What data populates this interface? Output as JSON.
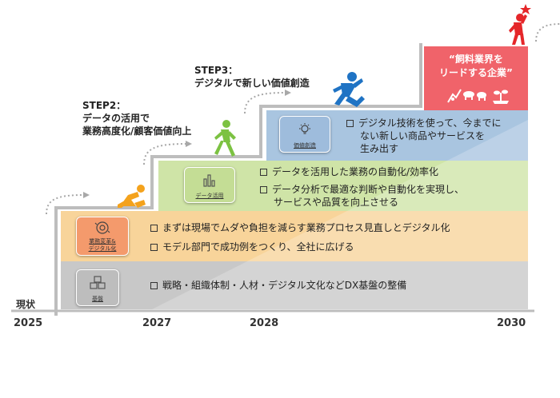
{
  "current_label": "現状",
  "years": [
    "2025",
    "2027",
    "2028",
    "2030"
  ],
  "steps": [
    {
      "title": "STEP2：",
      "subtitle_lines": [
        "データの活用で",
        "業務高度化/顧客価値向上"
      ]
    },
    {
      "title": "STEP3：",
      "subtitle_lines": [
        "デジタルで新しい価値創造"
      ]
    }
  ],
  "goal": {
    "lines": [
      "“飼料業界を",
      "リードする企業”"
    ]
  },
  "layers": {
    "base": {
      "badge_label": "基盤",
      "items": [
        "戦略・組織体制・人材・デジタル文化などDX基盤の整備"
      ]
    },
    "reform": {
      "badge_label_lines": [
        "業務変革&",
        "デジタル化"
      ],
      "items": [
        "まずは現場でムダや負担を減らす業務プロセス見直しとデジタル化",
        "モデル部門で成功例をつくり、全社に広げる"
      ]
    },
    "data": {
      "badge_label": "データ活用",
      "items": [
        {
          "lines": [
            "データを活用した業務の自動化/効率化"
          ]
        },
        {
          "lines": [
            "データ分析で最適な判断や自動化を実現し、",
            "サービスや品質を向上させる"
          ]
        }
      ]
    },
    "value": {
      "badge_label": "価値創造",
      "items": [
        {
          "lines": [
            "デジタル技術を使って、今までに",
            "ない新しい商品やサービスを",
            "生み出す"
          ]
        }
      ]
    }
  },
  "colors": {
    "base": "#c8c8c8",
    "reform": "#f8d49a",
    "data": "#cfe4a7",
    "value": "#a9c5e0",
    "goal": "#f0636a",
    "figure_step1": "#f4a21c",
    "figure_step2": "#7cc242",
    "figure_step3": "#1f73c4",
    "figure_goal": "#e52629"
  }
}
